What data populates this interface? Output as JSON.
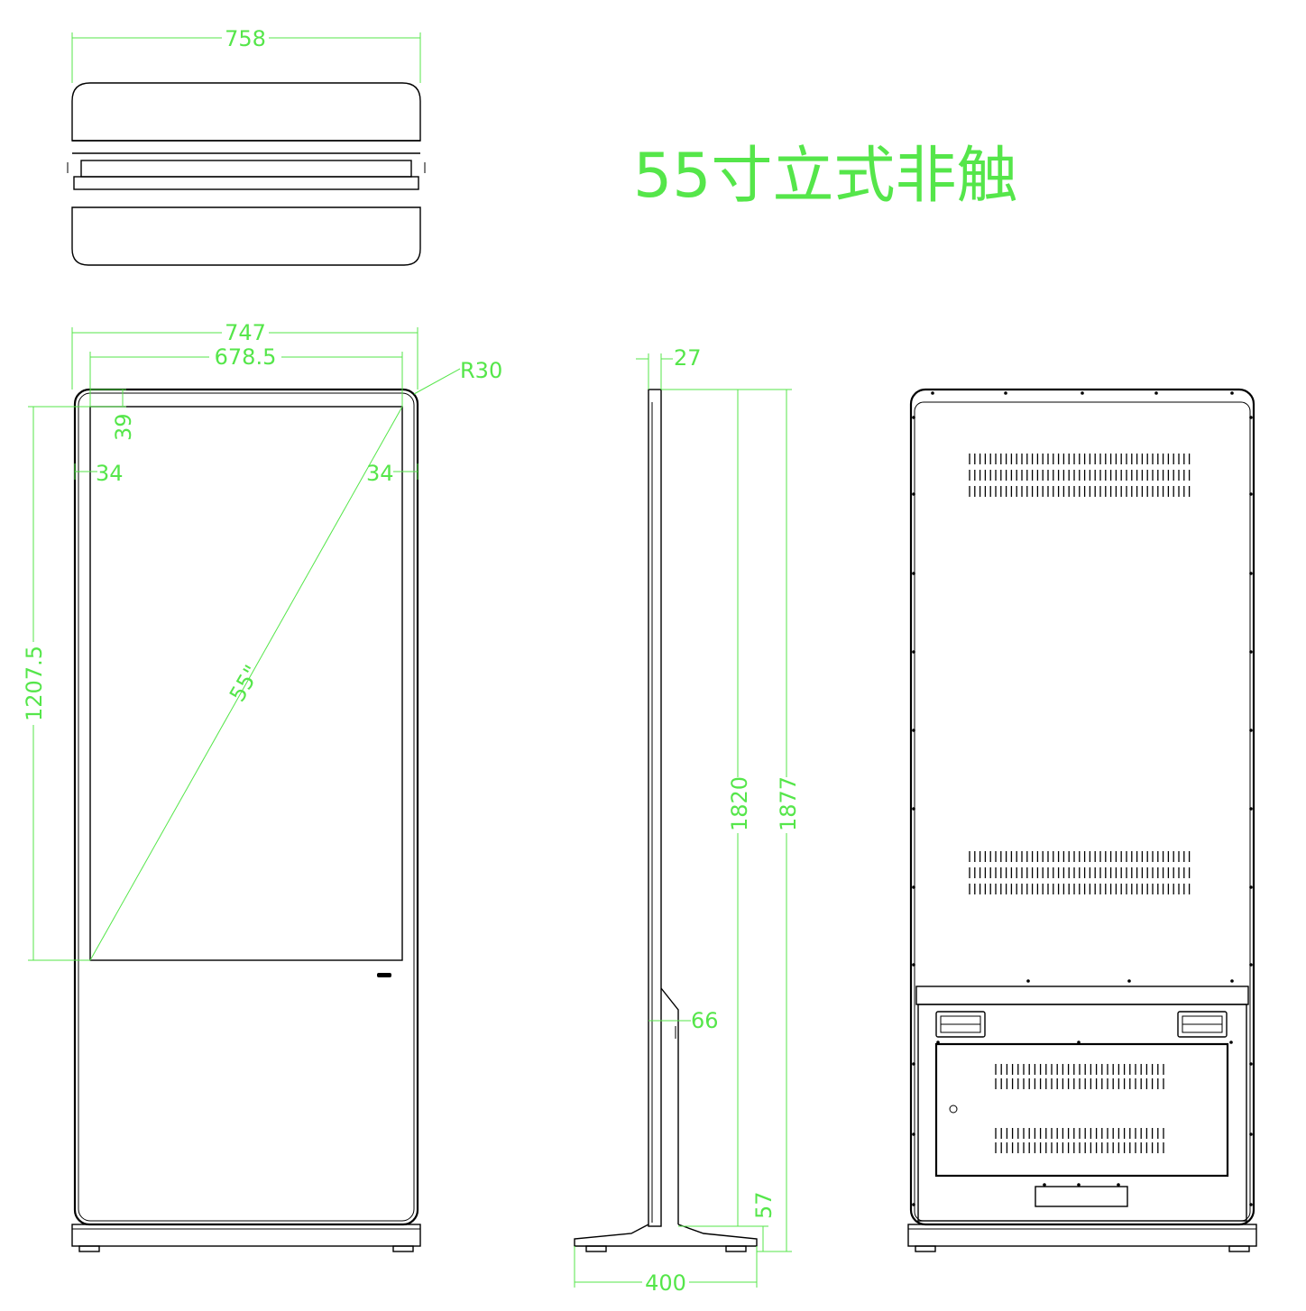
{
  "title": "55寸立式非触",
  "colors": {
    "dimension": "#55e64a",
    "outline": "#000000",
    "background": "#ffffff"
  },
  "dimensions": {
    "top_width": "758",
    "front_width": "747",
    "screen_width": "678.5",
    "corner_radius": "R30",
    "top_bezel": "39",
    "left_bezel": "34",
    "right_bezel": "34",
    "screen_height": "1207.5",
    "diagonal": "55\"",
    "side_thickness": "27",
    "bracket_depth": "66",
    "body_height": "1820",
    "total_height": "1877",
    "base_height": "57",
    "base_depth": "400"
  }
}
